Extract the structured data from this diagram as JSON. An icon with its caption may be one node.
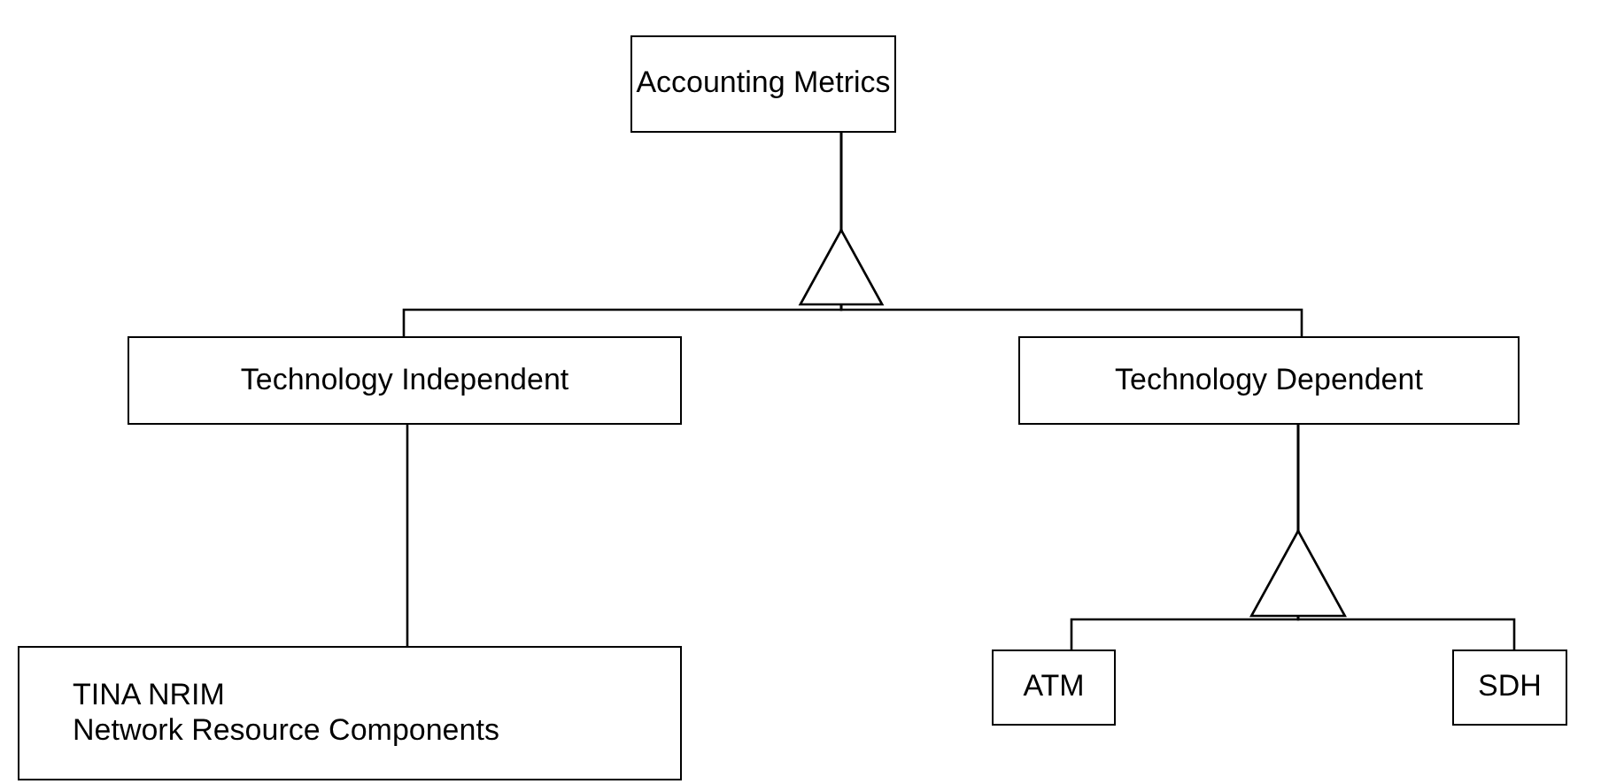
{
  "diagram": {
    "nodes": [
      {
        "text": [
          "Accounting Metrics"
        ]
      },
      {
        "text": [
          "Technology Independent"
        ]
      },
      {
        "text": [
          "Technology Dependent"
        ]
      },
      {
        "text": [
          "TINA NRIM",
          "Network Resource Components"
        ]
      },
      {
        "text": [
          "ATM"
        ]
      },
      {
        "text": [
          "SDH"
        ]
      }
    ],
    "edges": [
      {
        "from": 1,
        "to": 0,
        "arrow": "to"
      },
      {
        "from": 2,
        "to": 0,
        "arrow": "to"
      },
      {
        "from": 1,
        "to": 3,
        "arrow": "none"
      },
      {
        "from": 4,
        "to": 2,
        "arrow": "to"
      },
      {
        "from": 5,
        "to": 2,
        "arrow": "to"
      }
    ]
  }
}
